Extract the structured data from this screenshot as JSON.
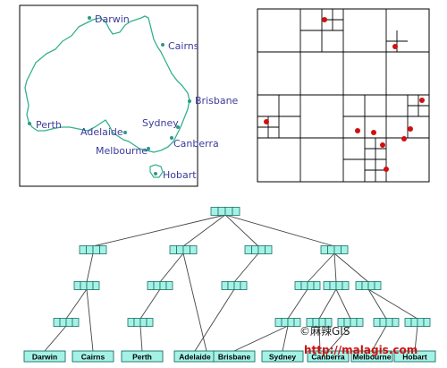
{
  "colors": {
    "coast": "#33b08f",
    "city_dot": "#2a9a84",
    "city_text": "#3b3b9c",
    "quad_point": "#d01010",
    "node_fill": "#a4f2e6",
    "node_stroke": "#1a6e64",
    "edge": "#444444",
    "url_red": "#cc1111"
  },
  "map": {
    "cities": [
      {
        "id": "darwin",
        "label": "Darwin"
      },
      {
        "id": "cairns",
        "label": "Cairns"
      },
      {
        "id": "brisbane",
        "label": "Brisbane"
      },
      {
        "id": "perth",
        "label": "Perth"
      },
      {
        "id": "adelaide",
        "label": "Adelaide"
      },
      {
        "id": "sydney",
        "label": "Sydney"
      },
      {
        "id": "canberra",
        "label": "Canberra"
      },
      {
        "id": "melbourne",
        "label": "Melbourne"
      },
      {
        "id": "hobart",
        "label": "Hobart"
      }
    ]
  },
  "tree": {
    "leaves": [
      {
        "id": "darwin",
        "label": "Darwin"
      },
      {
        "id": "cairns",
        "label": "Cairns"
      },
      {
        "id": "perth",
        "label": "Perth"
      },
      {
        "id": "adelaide",
        "label": "Adelaide"
      },
      {
        "id": "brisbane",
        "label": "Brisbane"
      },
      {
        "id": "sydney",
        "label": "Sydney"
      },
      {
        "id": "canberra",
        "label": "Canberra"
      },
      {
        "id": "melbourne",
        "label": "Melbourne"
      },
      {
        "id": "hobart",
        "label": "Hobart"
      }
    ]
  },
  "watermark": {
    "credit": "©麻辣GIS",
    "url": "http://malagis.com"
  }
}
